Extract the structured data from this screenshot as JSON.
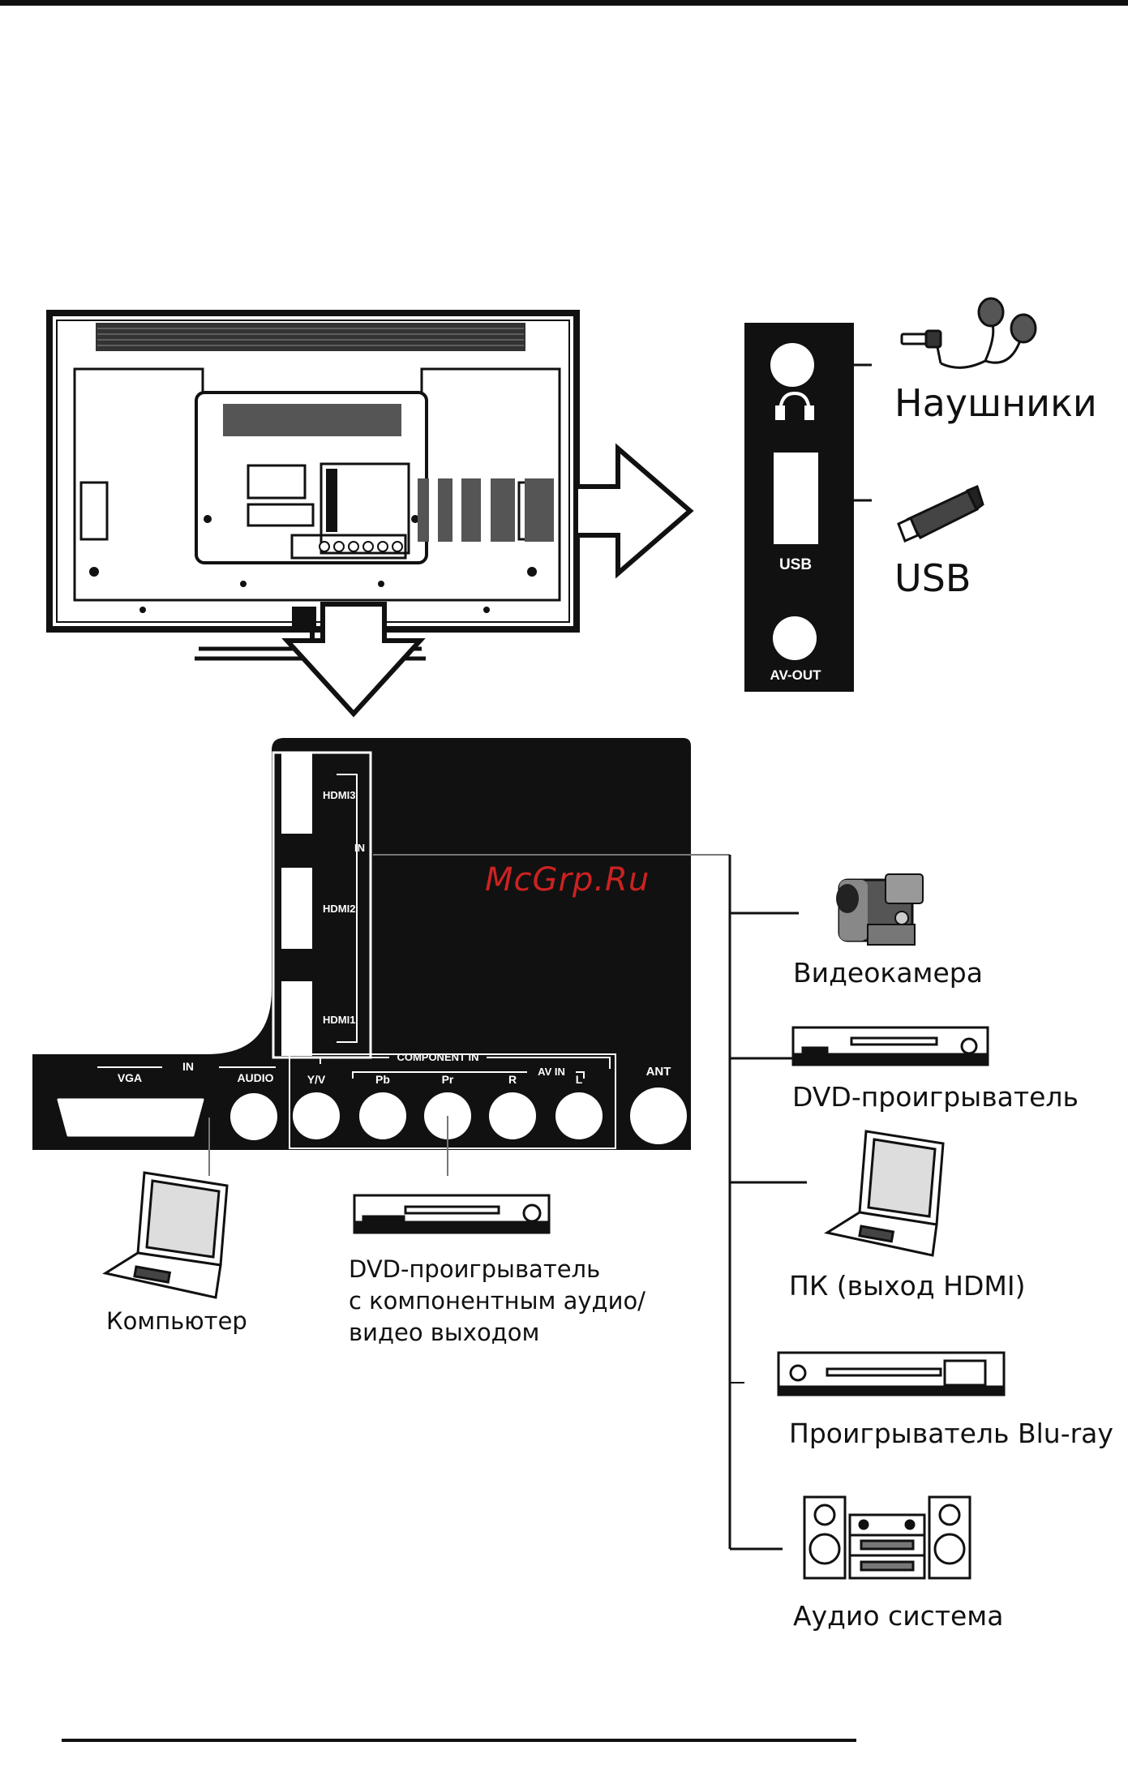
{
  "watermark": "McGrp.Ru",
  "colors": {
    "ink": "#111111",
    "panel": "#111111",
    "watermark": "#cc2222",
    "background": "#ffffff"
  },
  "side_panel": {
    "usb_port_label": "USB",
    "av_out_port_label": "AV-OUT",
    "headphone_icon": "headphone-symbol-icon"
  },
  "devices_side": [
    {
      "id": "headphones",
      "label": "Наушники",
      "icon": "headphones-icon"
    },
    {
      "id": "usb",
      "label": "USB",
      "icon": "usb-drive-icon"
    }
  ],
  "bottom_panel": {
    "hdmi_group_label": "IN",
    "hdmi_ports": [
      "HDMI3",
      "HDMI2",
      "HDMI1"
    ],
    "vga_group_label": "IN",
    "vga_label": "VGA",
    "audio_label": "AUDIO",
    "component_group_label": "COMPONENT IN",
    "av_group_label": "AV IN",
    "jack_labels": [
      "Y/V",
      "Pb",
      "Pr",
      "R",
      "L"
    ],
    "ant_label": "ANT"
  },
  "devices_right": [
    {
      "id": "camcorder",
      "label": "Видеокамера",
      "icon": "camcorder-icon"
    },
    {
      "id": "dvd",
      "label": "DVD-проигрыватель",
      "icon": "dvd-player-icon"
    },
    {
      "id": "pc-hdmi",
      "label": "ПК (выход HDMI)",
      "icon": "laptop-icon"
    },
    {
      "id": "bluray",
      "label": "Проигрыватель Blu-ray",
      "icon": "bluray-player-icon"
    },
    {
      "id": "audio",
      "label": "Аудио система",
      "icon": "stereo-system-icon"
    }
  ],
  "devices_bottom": [
    {
      "id": "computer",
      "label": "Компьютер",
      "icon": "laptop-icon"
    },
    {
      "id": "dvd-component",
      "lines": [
        "DVD-проигрыватель",
        "с компонентным аудио/",
        "видео выходом"
      ],
      "icon": "dvd-player-icon"
    }
  ]
}
